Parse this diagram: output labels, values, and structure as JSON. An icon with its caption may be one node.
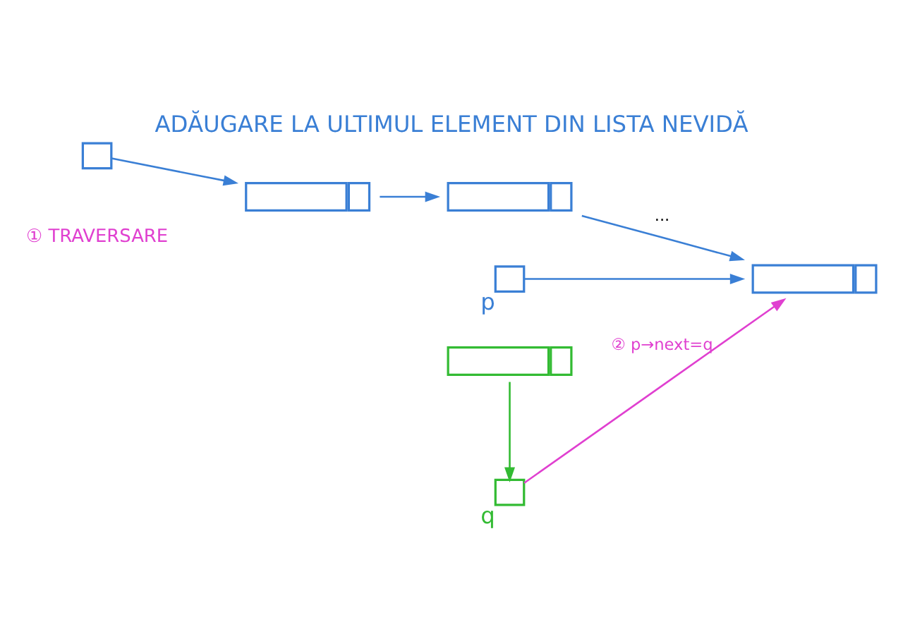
{
  "diagram": {
    "title": "ADĂUGARE LA ULTIMUL ELEMENT DIN LISTA NEVIDĂ",
    "nodes": [
      {
        "text": [],
        "shape": "box"
      },
      {
        "text": [],
        "shape": "box"
      },
      {
        "text": [],
        "shape": "box"
      },
      {
        "text": [],
        "shape": "box"
      },
      {
        "text": [],
        "shape": "box",
        "beside": [
          "p"
        ]
      },
      {
        "text": [],
        "shape": "box",
        "beside": [
          "q"
        ]
      },
      {
        "text": [],
        "shape": "box"
      }
    ],
    "edges": [
      {
        "from": 0,
        "to": 1,
        "arrow": "to"
      },
      {
        "from": 1,
        "to": 2,
        "arrow": "to"
      },
      {
        "from": 2,
        "to": 3,
        "arrow": "to",
        "label": "..."
      },
      {
        "from": 4,
        "to": 3,
        "arrow": "to"
      },
      {
        "from": 6,
        "to": 5,
        "arrow": "to",
        "color": "#33bb33"
      },
      {
        "from": 5,
        "to": 3,
        "arrow": "to",
        "label": "② p→next=q",
        "color": "#e040d0"
      }
    ],
    "labels": [
      "① TRAVERSARE"
    ]
  }
}
